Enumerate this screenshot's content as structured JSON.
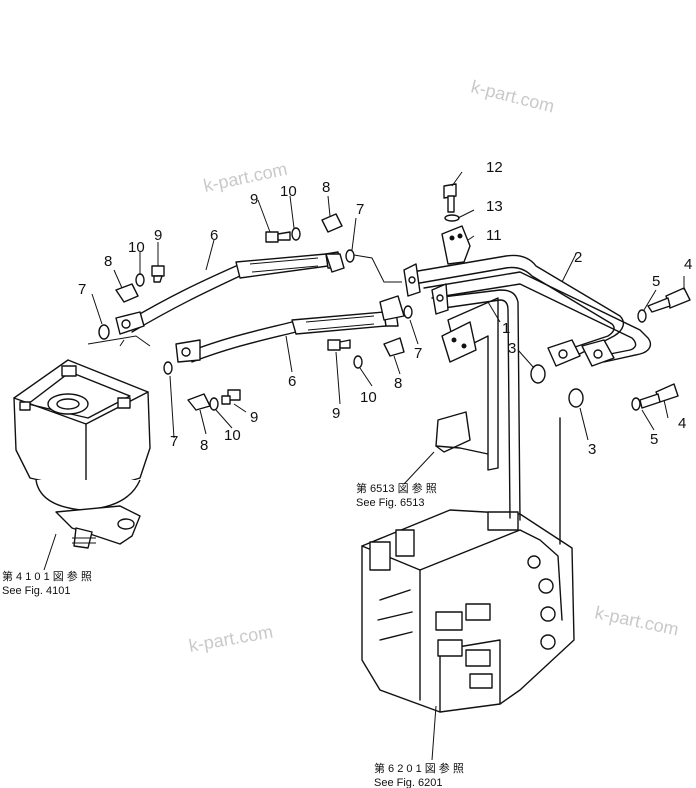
{
  "callouts": {
    "c1": "1",
    "c2": "2",
    "c3a": "3",
    "c3b": "3",
    "c4a": "4",
    "c4b": "4",
    "c5a": "5",
    "c5b": "5",
    "c6a": "6",
    "c6b": "6",
    "c7a": "7",
    "c7b": "7",
    "c7c": "7",
    "c7d": "7",
    "c8a": "8",
    "c8b": "8",
    "c8c": "8",
    "c8d": "8",
    "c9a": "9",
    "c9b": "9",
    "c9c": "9",
    "c9d": "9",
    "c10a": "10",
    "c10b": "10",
    "c10c": "10",
    "c10d": "10",
    "c11": "11",
    "c12": "12",
    "c13": "13"
  },
  "references": {
    "fig6513_jp": "第 6513 図 参 照",
    "fig6513_en": "See Fig. 6513",
    "fig4101_jp": "第 4 1 0 1 図 参 照",
    "fig4101_en": "See Fig. 4101",
    "fig6201_jp": "第 6 2 0 1 図 参 照",
    "fig6201_en": "See Fig. 6201"
  },
  "watermarks": [
    "k-part.com",
    "k-part.com",
    "k-part.com",
    "k-part.com"
  ]
}
